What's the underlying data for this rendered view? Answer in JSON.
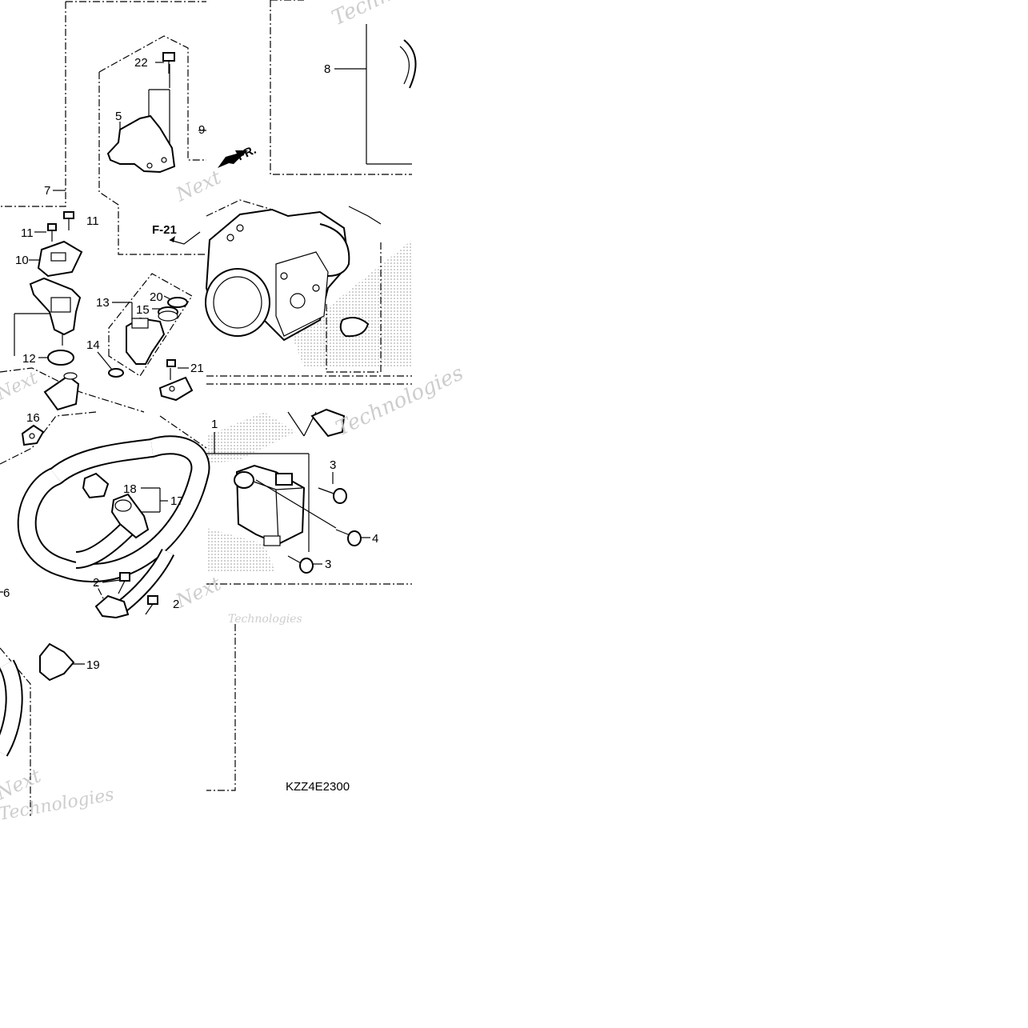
{
  "callouts": [
    {
      "id": "c22",
      "text": "22"
    },
    {
      "id": "c5",
      "text": "5"
    },
    {
      "id": "c9",
      "text": "9"
    },
    {
      "id": "c7",
      "text": "7"
    },
    {
      "id": "c8",
      "text": "8"
    },
    {
      "id": "c11a",
      "text": "11"
    },
    {
      "id": "c11b",
      "text": "11"
    },
    {
      "id": "c10",
      "text": "10"
    },
    {
      "id": "c13",
      "text": "13"
    },
    {
      "id": "c20",
      "text": "20"
    },
    {
      "id": "c15",
      "text": "15"
    },
    {
      "id": "c14",
      "text": "14"
    },
    {
      "id": "c12",
      "text": "12"
    },
    {
      "id": "c21",
      "text": "21"
    },
    {
      "id": "c16",
      "text": "16"
    },
    {
      "id": "c18",
      "text": "18"
    },
    {
      "id": "c17",
      "text": "17"
    },
    {
      "id": "c2a",
      "text": "2"
    },
    {
      "id": "c2b",
      "text": "2"
    },
    {
      "id": "c6",
      "text": "6"
    },
    {
      "id": "c19",
      "text": "19"
    },
    {
      "id": "c1",
      "text": "1"
    },
    {
      "id": "c3a",
      "text": "3"
    },
    {
      "id": "c4",
      "text": "4"
    },
    {
      "id": "c3b",
      "text": "3"
    }
  ],
  "reference": {
    "page_ref": "F-21",
    "front_marker": "FR."
  },
  "diagram_code": "KZZ4E2300",
  "watermark": {
    "brand": "Next",
    "sub": "Technologies"
  }
}
